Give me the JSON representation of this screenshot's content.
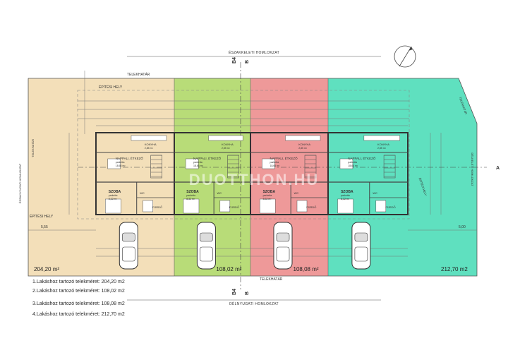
{
  "labels": {
    "north_facade": "ÉSZAKKELETI HOMLOKZAT",
    "south_facade": "DÉLNYUGATI HOMLOKZAT",
    "plot_line_top": "TELEKHATÁR",
    "plot_line_bottom": "TELEKHATÁR",
    "building_zone_top": "ÉPÍTÉSI HELY",
    "building_zone_side": "ÉPÍTÉSI HELY",
    "left_facade": "ÉSZAKNYUGATI HOMLOKZAT",
    "left_plot": "TELEKHATÁR",
    "right_facade": "DÉLKELETI HOMLOKZAT",
    "right_plot": "TELEKHATÁR",
    "right_zone": "ÉPÍTÉSI HELY",
    "section_top_b4": "B4",
    "section_top_b": "B",
    "section_bottom_b4": "B4",
    "section_bottom_b": "B",
    "section_a": "A",
    "dim_left": "5,55",
    "dim_right": "5,00",
    "watermark": "DUOTTHON.HU"
  },
  "units": [
    {
      "color": "#f3dfb9",
      "area": "204,20 m²",
      "rooms": {
        "kitchen": "KONYHA",
        "kitchen_sub": "2,85 m²",
        "living": "NAPPALI, ÉTKEZŐ",
        "living_sub": "parketta",
        "living_area": "18,66 m²",
        "bedroom": "SZOBA",
        "bedroom_sub": "parketta",
        "bedroom_area": "8,32 m²",
        "bath": "FÜRDŐ",
        "wc": "WC"
      }
    },
    {
      "color": "#b8dc78",
      "area": "108,02 m²",
      "rooms": {
        "kitchen": "KONYHA",
        "kitchen_sub": "2,85 m²",
        "living": "NAPPALI, ÉTKEZŐ",
        "living_sub": "parketta",
        "living_area": "18,66 m²",
        "bedroom": "SZOBA",
        "bedroom_sub": "parketta",
        "bedroom_area": "8,32 m²",
        "bath": "FÜRDŐ",
        "wc": "WC"
      }
    },
    {
      "color": "#ee9999",
      "area": "108,08 m²",
      "rooms": {
        "kitchen": "KONYHA",
        "kitchen_sub": "2,85 m²",
        "living": "NAPPALI, ÉTKEZŐ",
        "living_sub": "parketta",
        "living_area": "18,66 m²",
        "bedroom": "SZOBA",
        "bedroom_sub": "parketta",
        "bedroom_area": "8,32 m²",
        "bath": "FÜRDŐ",
        "wc": "WC"
      }
    },
    {
      "color": "#5fe0bf",
      "area": "212,70 m2",
      "rooms": {
        "kitchen": "KONYHA",
        "kitchen_sub": "2,85 m²",
        "living": "NAPPALI, ÉTKEZŐ",
        "living_sub": "parketta",
        "living_area": "18,66 m²",
        "bedroom": "SZOBA",
        "bedroom_sub": "parketta",
        "bedroom_area": "8,32 m²",
        "bath": "FÜRDŐ",
        "wc": "WC"
      }
    }
  ],
  "legend": [
    "1.Lakáshoz tartozó telekméret: 204,20 m2",
    "2.Lakáshoz tartozó telekméret: 108,02 m2",
    "3.Lakáshoz tartozó telekméret: 108,08 m2",
    "4.Lakáshoz tartozó telekméret: 212,70 m2"
  ]
}
